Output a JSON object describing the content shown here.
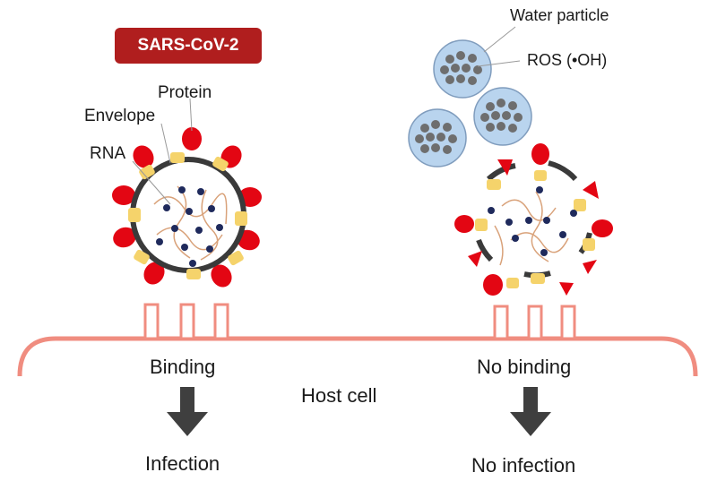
{
  "labels": {
    "virus_name": "SARS-CoV-2",
    "protein": "Protein",
    "envelope": "Envelope",
    "rna": "RNA",
    "water_particle": "Water particle",
    "ros": "ROS (•OH)",
    "binding": "Binding",
    "no_binding": "No binding",
    "host_cell": "Host cell",
    "infection": "Infection",
    "no_infection": "No infection"
  },
  "colors": {
    "badge": "#b01e1e",
    "spike_protein": "#e30613",
    "envelope_protein": "#f5d36b",
    "membrane": "#3a3a3a",
    "rna_dot": "#1f2a5c",
    "rna_strand": "#d9a27a",
    "host_cell": "#f08d80",
    "water_particle": "#b9d4ee",
    "ros_dot": "#6e6e6e",
    "arrow": "#3f3f3f"
  }
}
